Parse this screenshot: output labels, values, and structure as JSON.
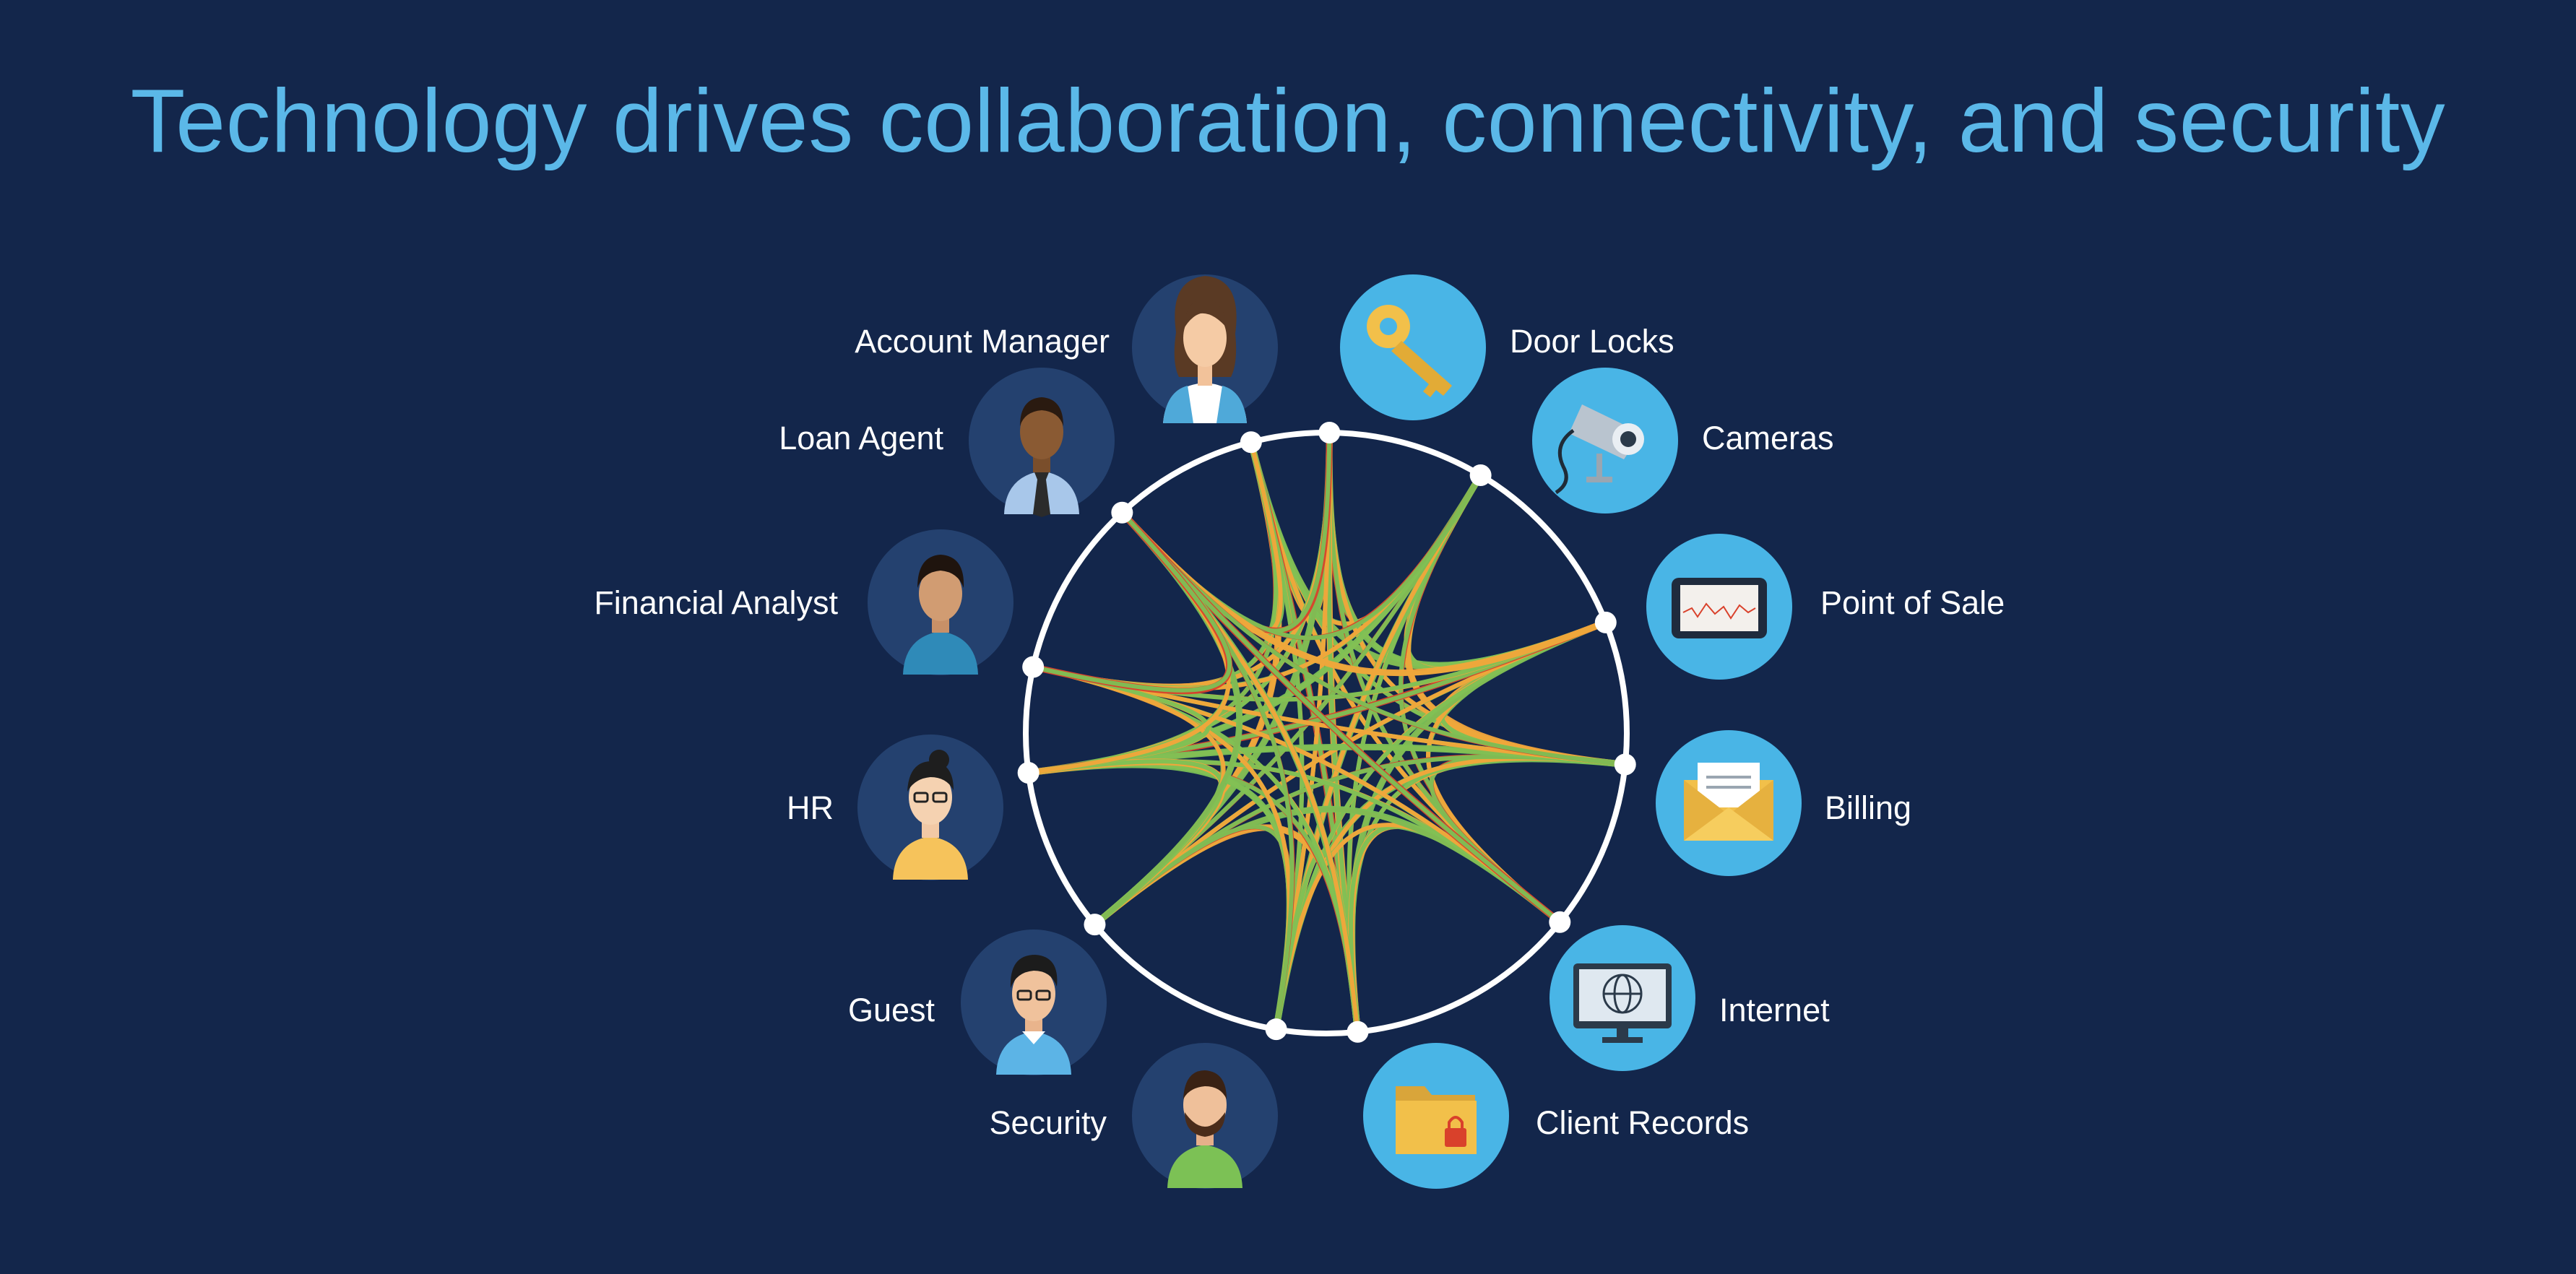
{
  "title": "Technology drives collaboration, connectivity, and security",
  "colors": {
    "background": "#13264b",
    "title": "#5bb8e8",
    "person_circle": "#24416f",
    "device_circle": "#49b5e6",
    "ring": "#ffffff",
    "link_orange": "#f3a53a",
    "link_green": "#7cc155",
    "link_red": "#d9412b"
  },
  "people": [
    {
      "label": "Account Manager",
      "icon": "woman-avatar-icon"
    },
    {
      "label": "Loan Agent",
      "icon": "man-tie-avatar-icon"
    },
    {
      "label": "Financial Analyst",
      "icon": "analyst-avatar-icon"
    },
    {
      "label": "HR",
      "icon": "hr-glasses-avatar-icon"
    },
    {
      "label": "Guest",
      "icon": "guest-glasses-avatar-icon"
    },
    {
      "label": "Security",
      "icon": "bearded-man-avatar-icon"
    }
  ],
  "devices": [
    {
      "label": "Door Locks",
      "icon": "key-icon"
    },
    {
      "label": "Cameras",
      "icon": "security-camera-icon"
    },
    {
      "label": "Point of Sale",
      "icon": "tablet-pos-icon"
    },
    {
      "label": "Billing",
      "icon": "envelope-icon"
    },
    {
      "label": "Internet",
      "icon": "globe-monitor-icon"
    },
    {
      "label": "Client Records",
      "icon": "locked-folder-icon"
    }
  ]
}
